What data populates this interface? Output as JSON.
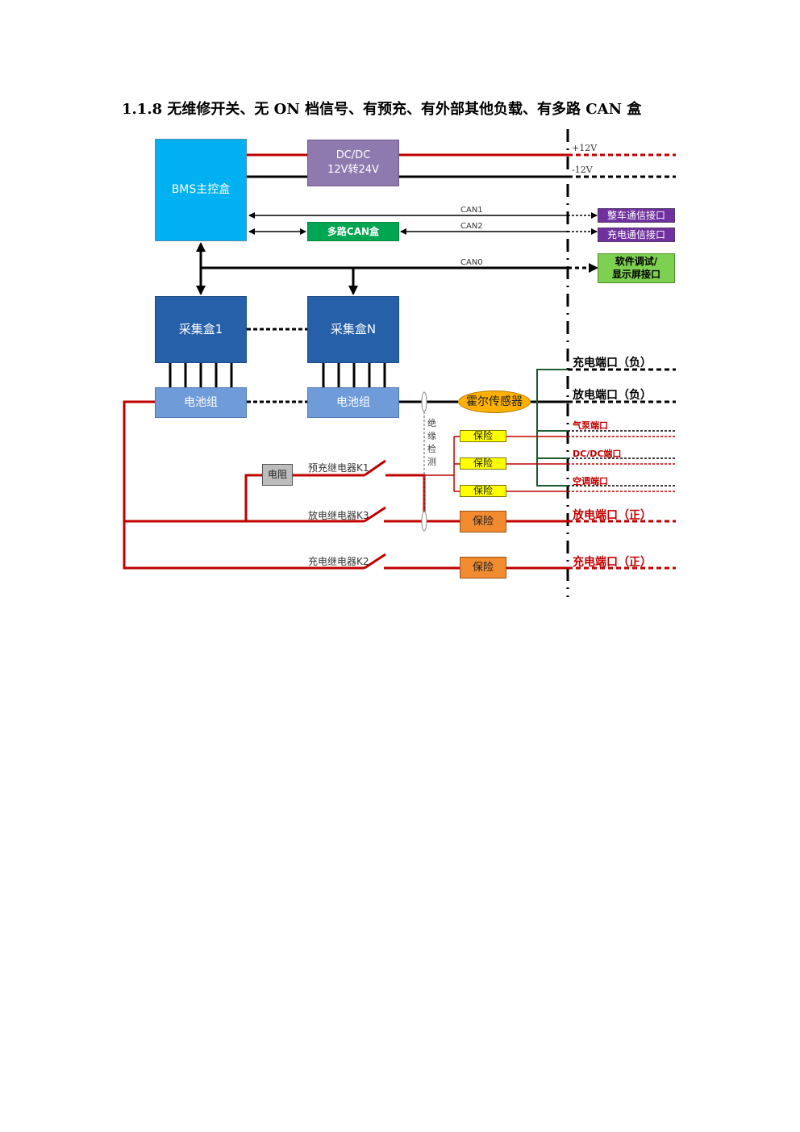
{
  "title": "1.1.8 无维修开关、无 ON 档信号、有预充、有外部其他负载、有多路 CAN 盒",
  "colors": {
    "power_pos": "#c00000",
    "signal": "#000000",
    "neg_branch": "#1e5a32",
    "bms": "#00b0f0",
    "collector": "#2660a8",
    "battery": "#6f9bd8",
    "dcdc": "#8f7ab0",
    "can_box": "#00a651",
    "iface_purple": "#7030a0",
    "iface_green": "#7ed050",
    "hall": "#ffb000",
    "fuse_small": "#ffff00",
    "fuse_large": "#f28a30"
  },
  "boxes": {
    "bms": "BMS主控盒",
    "dcdc": "DC/DC\n12V转24V",
    "multi_can": "多路CAN盒",
    "collector1": "采集盒1",
    "collectorN": "采集盒N",
    "battery1": "电池组",
    "batteryN": "电池组",
    "hall_sensor": "霍尔传感器",
    "resistor": "电阻",
    "fuse_small": [
      "保险",
      "保险",
      "保险"
    ],
    "fuse_large": [
      "保险",
      "保险"
    ]
  },
  "interfaces": {
    "vehicle_comm": "整车通信接口",
    "charge_comm": "充电通信接口",
    "debug_display": "软件调试/\n显示屏接口"
  },
  "signals": {
    "plus12": "+12V",
    "minus12": "-12V",
    "can1": "CAN1",
    "can2": "CAN2",
    "can0": "CAN0"
  },
  "relays": {
    "precharge": "预充继电器K1",
    "discharge": "放电继电器K3",
    "charge": "充电继电器K2"
  },
  "insulation": "绝缘检测",
  "ports": {
    "charge_neg": "充电端口（负）",
    "discharge_neg": "放电端口（负）",
    "air_pump": "气泵端口",
    "dcdc": "DC/DC端口",
    "ac": "空调端口",
    "discharge_pos": "放电端口（正）",
    "charge_pos": "充电端口（正）"
  }
}
